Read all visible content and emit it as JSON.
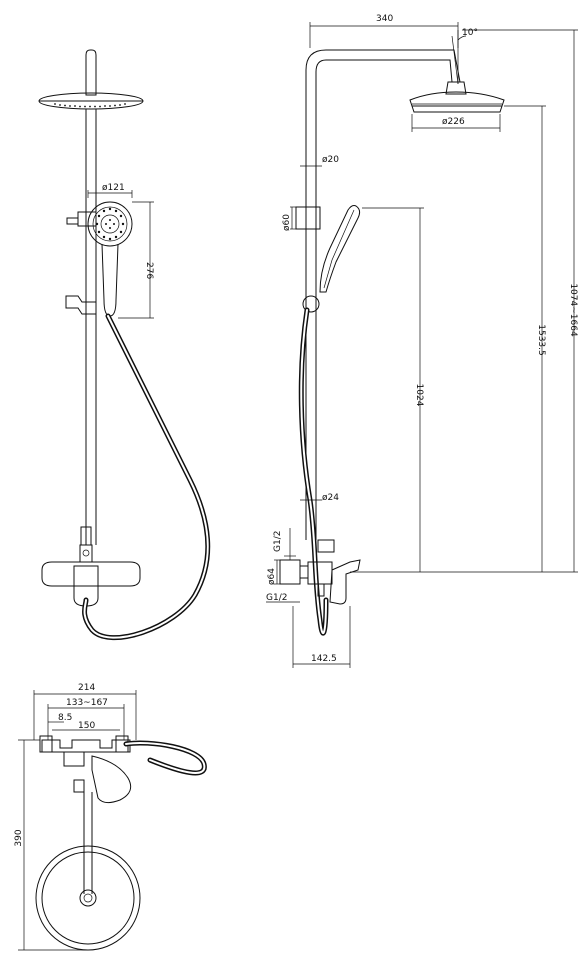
{
  "dimensions": {
    "arm_length": "340",
    "head_angle": "10°",
    "head_diameter": "ø226",
    "pipe_upper": "ø20",
    "holder_diameter": "ø60",
    "hand_shower_diameter": "ø121",
    "hand_shower_length": "276",
    "outlet_height": "1024",
    "total_height_fixed": "1533.5",
    "height_range": "1074~1664",
    "pipe_lower": "ø24",
    "thread_top": "G1/2",
    "mixer_diameter": "ø64",
    "thread_bottom": "G1/2",
    "mixer_depth": "142.5",
    "mixer_width": "214",
    "center_range": "133~167",
    "offset": "8.5",
    "center_150": "150",
    "plan_depth": "390"
  }
}
